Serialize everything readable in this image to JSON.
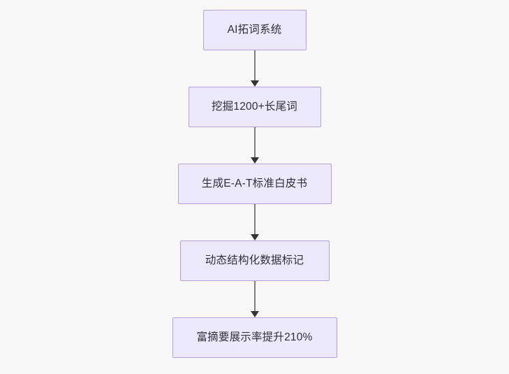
{
  "diagram": {
    "type": "flowchart",
    "direction": "top-to-bottom",
    "background_color": "#f8f8f9",
    "node_fill_color": "#ece9fc",
    "node_border_color": "#b3a1db",
    "connector_color": "#7e7e7e",
    "arrowhead_color": "#333333",
    "text_color": "#2f3037",
    "nodes": [
      {
        "id": "n0",
        "label": "AI拓词系统"
      },
      {
        "id": "n1",
        "label": "挖掘1200+长尾词"
      },
      {
        "id": "n2",
        "label": "生成E-A-T标准白皮书"
      },
      {
        "id": "n3",
        "label": "动态结构化数据标记"
      },
      {
        "id": "n4",
        "label": "富摘要展示率提升210%"
      }
    ],
    "edges": [
      {
        "from": "n0",
        "to": "n1"
      },
      {
        "from": "n1",
        "to": "n2"
      },
      {
        "from": "n2",
        "to": "n3"
      },
      {
        "from": "n3",
        "to": "n4"
      }
    ]
  }
}
